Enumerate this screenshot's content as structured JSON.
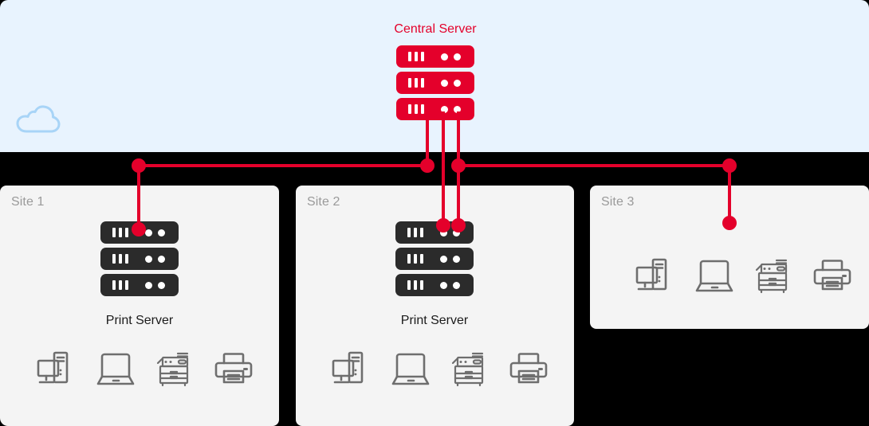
{
  "diagram": {
    "title": "Central print server to remote sites topology",
    "colors": {
      "accent_red": "#e4002b",
      "cloud_band": "#e8f3fe",
      "black_band": "#000000",
      "panel": "#f4f4f4",
      "server_dark": "#2b2b2b",
      "device_outline": "#6e6e6e",
      "site_label": "#9a9a9a",
      "cloud_outline": "#a8d4f7"
    },
    "cloud": {
      "icon": "cloud-icon"
    },
    "central": {
      "label": "Central Server",
      "icon": "server-stack-icon",
      "units": 3
    },
    "sites": [
      {
        "id": "site-1",
        "label": "Site 1",
        "server_caption": "Print Server",
        "has_server": true,
        "server_icon": "server-stack-icon",
        "uplinks": 1,
        "devices": [
          {
            "label": "Desktop PC",
            "icon": "desktop-pc-icon"
          },
          {
            "label": "Laptop",
            "icon": "laptop-icon"
          },
          {
            "label": "Copier",
            "icon": "copier-mfp-icon"
          },
          {
            "label": "Printer",
            "icon": "printer-icon"
          }
        ]
      },
      {
        "id": "site-2",
        "label": "Site 2",
        "server_caption": "Print Server",
        "has_server": true,
        "server_icon": "server-stack-icon",
        "uplinks": 2,
        "devices": [
          {
            "label": "Desktop PC",
            "icon": "desktop-pc-icon"
          },
          {
            "label": "Laptop",
            "icon": "laptop-icon"
          },
          {
            "label": "Copier",
            "icon": "copier-mfp-icon"
          },
          {
            "label": "Printer",
            "icon": "printer-icon"
          }
        ]
      },
      {
        "id": "site-3",
        "label": "Site 3",
        "server_caption": "",
        "has_server": false,
        "uplinks": 1,
        "devices": [
          {
            "label": "Desktop PC",
            "icon": "desktop-pc-icon"
          },
          {
            "label": "Laptop",
            "icon": "laptop-icon"
          },
          {
            "label": "Copier",
            "icon": "copier-mfp-icon"
          },
          {
            "label": "Printer",
            "icon": "printer-icon"
          }
        ]
      }
    ]
  }
}
